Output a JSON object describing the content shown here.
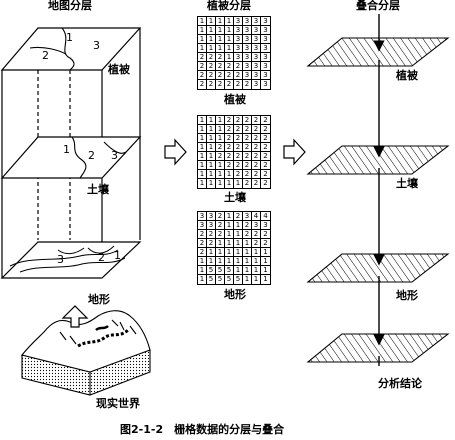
{
  "column_titles": {
    "map_layers": "地图分层",
    "vegetation_grid": "植被分层",
    "overlay_layers": "叠合分层"
  },
  "layer_labels": {
    "vegetation": "植被",
    "soil": "土壤",
    "terrain": "地形",
    "real_world": "现实世界",
    "result": "分析结论"
  },
  "zone_labels": {
    "veg_top": [
      "1",
      "2",
      "3"
    ],
    "soil_mid": [
      "1",
      "2",
      "3"
    ],
    "terrain_bottom": [
      "3",
      "2",
      "1"
    ]
  },
  "grids": {
    "vegetation": {
      "label": "植被",
      "rows": [
        [
          "1",
          "1",
          "1",
          "1",
          "3",
          "3",
          "3",
          "3"
        ],
        [
          "1",
          "1",
          "1",
          "1",
          "3",
          "3",
          "3",
          "3"
        ],
        [
          "1",
          "1",
          "1",
          "1",
          "3",
          "3",
          "3",
          "3"
        ],
        [
          "1",
          "1",
          "1",
          "1",
          "3",
          "3",
          "3",
          "3"
        ],
        [
          "2",
          "2",
          "2",
          "1",
          "3",
          "3",
          "3",
          "3"
        ],
        [
          "2",
          "2",
          "2",
          "2",
          "2",
          "3",
          "3",
          "3"
        ],
        [
          "2",
          "2",
          "2",
          "2",
          "2",
          "3",
          "3",
          "3"
        ],
        [
          "2",
          "2",
          "2",
          "2",
          "2",
          "2",
          "3",
          "3"
        ]
      ]
    },
    "soil": {
      "label": "土壤",
      "rows": [
        [
          "1",
          "1",
          "1",
          "2",
          "2",
          "2",
          "2",
          "2"
        ],
        [
          "1",
          "1",
          "1",
          "2",
          "2",
          "2",
          "2",
          "2"
        ],
        [
          "1",
          "1",
          "1",
          "2",
          "2",
          "2",
          "2",
          "2"
        ],
        [
          "1",
          "1",
          "2",
          "2",
          "2",
          "2",
          "2",
          "2"
        ],
        [
          "1",
          "1",
          "2",
          "2",
          "2",
          "2",
          "2",
          "2"
        ],
        [
          "1",
          "1",
          "1",
          "2",
          "2",
          "2",
          "2",
          "2"
        ],
        [
          "1",
          "1",
          "1",
          "1",
          "2",
          "2",
          "2",
          "2"
        ],
        [
          "1",
          "1",
          "1",
          "1",
          "1",
          "2",
          "2",
          "2"
        ]
      ]
    },
    "terrain": {
      "label": "地形",
      "rows": [
        [
          "3",
          "3",
          "2",
          "1",
          "2",
          "3",
          "4",
          "4"
        ],
        [
          "3",
          "3",
          "2",
          "1",
          "1",
          "2",
          "3",
          "3"
        ],
        [
          "2",
          "2",
          "2",
          "1",
          "1",
          "2",
          "2",
          "2"
        ],
        [
          "2",
          "2",
          "1",
          "1",
          "1",
          "1",
          "2",
          "2"
        ],
        [
          "2",
          "1",
          "1",
          "1",
          "1",
          "1",
          "1",
          "1"
        ],
        [
          "1",
          "1",
          "1",
          "1",
          "1",
          "1",
          "1",
          "1"
        ],
        [
          "1",
          "5",
          "5",
          "5",
          "1",
          "1",
          "1",
          "1"
        ],
        [
          "1",
          "5",
          "5",
          "5",
          "5",
          "1",
          "1",
          "1"
        ]
      ]
    }
  },
  "caption": "图2-1-2　栅格数据的分层与叠合"
}
